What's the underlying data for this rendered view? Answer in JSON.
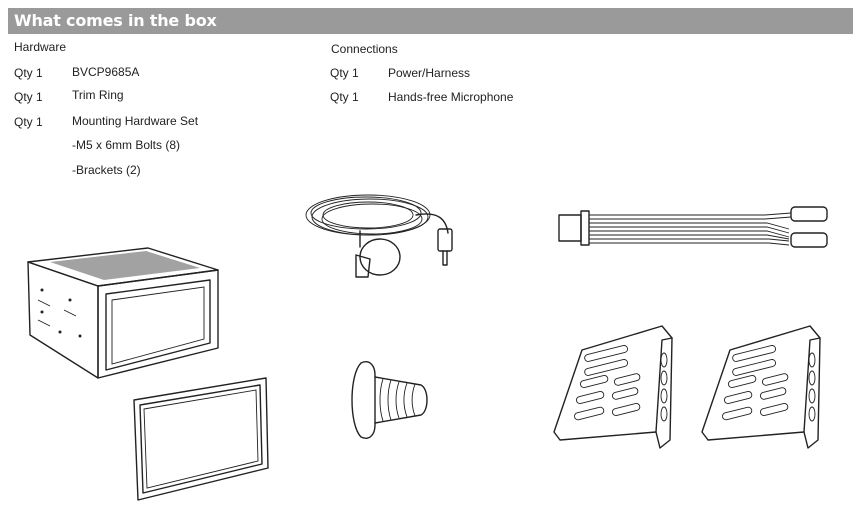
{
  "header": {
    "title": "What comes in the box"
  },
  "hardware": {
    "heading": "Hardware",
    "items": [
      {
        "qty": "Qty 1",
        "name": "BVCP9685A"
      },
      {
        "qty": "Qty 1",
        "name": "Trim Ring"
      },
      {
        "qty": "Qty 1",
        "name": "Mounting Hardware Set"
      }
    ],
    "sub_items": [
      "-M5 x 6mm Bolts (8)",
      "-Brackets (2)"
    ]
  },
  "connections": {
    "heading": "Connections",
    "items": [
      {
        "qty": "Qty 1",
        "name": "Power/Harness"
      },
      {
        "qty": "Qty 1",
        "name": "Hands-free Microphone"
      }
    ]
  },
  "illustrations": [
    "head-unit",
    "trim-ring",
    "microphone",
    "rubber-bushing",
    "wire-harness",
    "mounting-bracket",
    "mounting-bracket"
  ]
}
